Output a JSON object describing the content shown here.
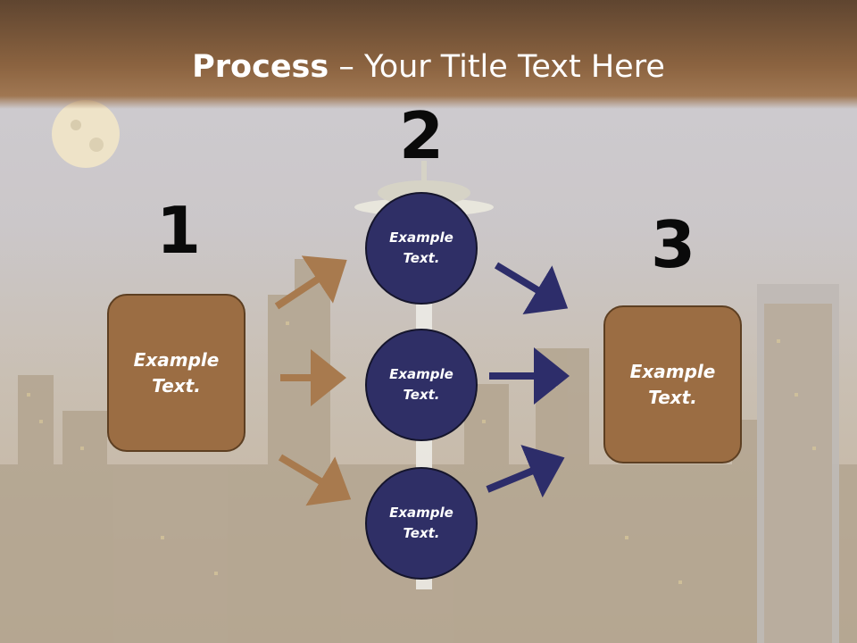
{
  "title": {
    "bold": "Process",
    "rest": " – Your Title Text Here"
  },
  "steps": [
    {
      "number": "1",
      "text": "Example Text."
    },
    {
      "number": "2",
      "circles": [
        "Example Text.",
        "Example Text.",
        "Example Text."
      ]
    },
    {
      "number": "3",
      "text": "Example Text."
    }
  ],
  "colors": {
    "box": "#9b6d43",
    "circle": "#2f2f66",
    "brown_arrow": "#a87a4e",
    "navy_arrow": "#2d2d6a",
    "title_bar": "#8b6340"
  }
}
